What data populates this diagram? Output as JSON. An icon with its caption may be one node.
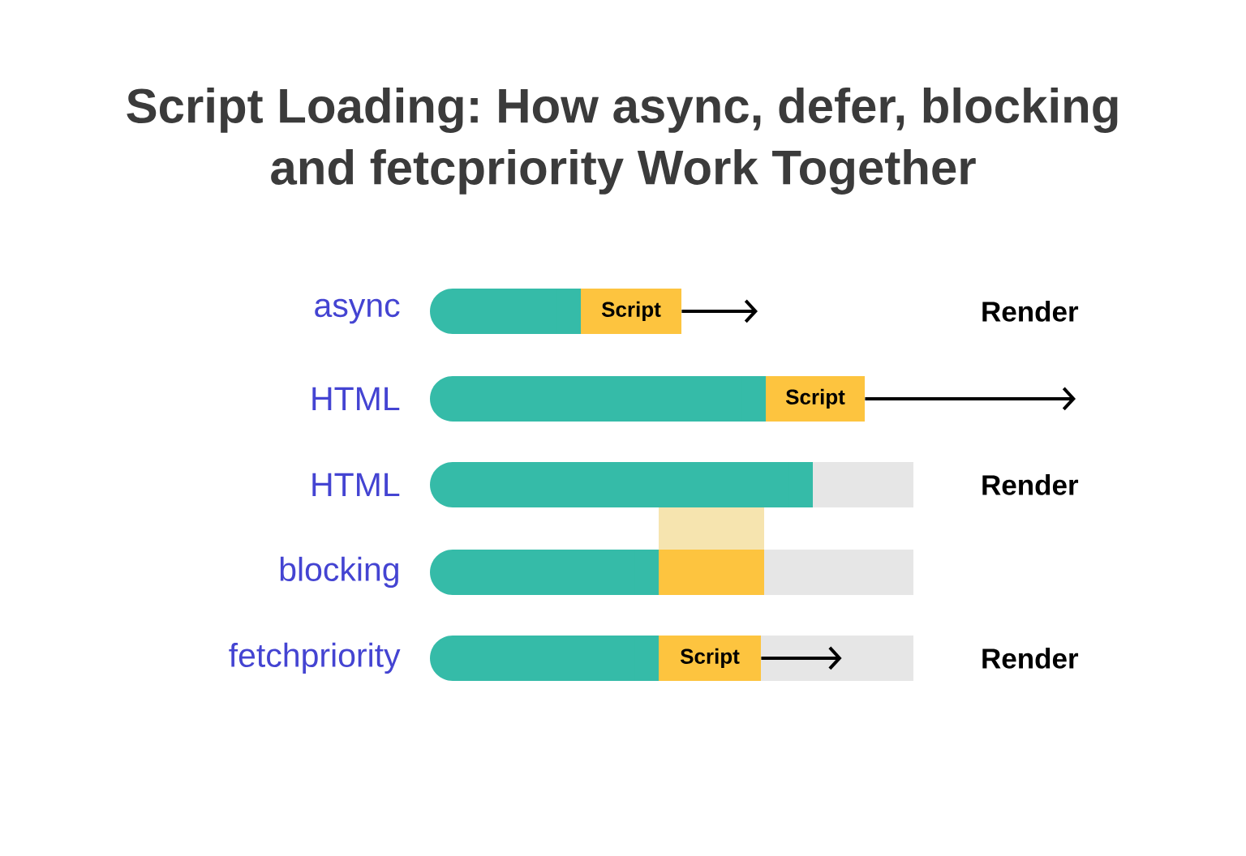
{
  "diagram": {
    "title": "Script Loading: How async, defer, blocking and fetcpriority Work Together",
    "nodes": [
      {
        "text": [],
        "shape": "bar"
      },
      {
        "text": [
          "Script"
        ]
      },
      {
        "text": [],
        "shape": "bar"
      },
      {
        "text": [
          "Script"
        ]
      },
      {
        "text": [],
        "shape": "bar"
      },
      {
        "text": [],
        "shape": "bar"
      },
      {
        "text": [],
        "shape": "bar"
      },
      {
        "text": [],
        "shape": "bar"
      },
      {
        "text": [],
        "shape": "bar"
      },
      {
        "text": [],
        "shape": "bar"
      },
      {
        "text": [],
        "shape": "bar"
      },
      {
        "text": [
          "Script"
        ]
      },
      {
        "text": [],
        "shape": "bar"
      }
    ],
    "edges": [
      {
        "from": 1,
        "to": null,
        "arrow": "to"
      },
      {
        "from": 3,
        "to": null,
        "arrow": "to"
      },
      {
        "from": 11,
        "to": 12,
        "arrow": "to"
      }
    ],
    "labels": [
      "async",
      "Render",
      "HTML",
      "HTML",
      "Render",
      "blocking",
      "fetchpriority",
      "Render"
    ]
  }
}
